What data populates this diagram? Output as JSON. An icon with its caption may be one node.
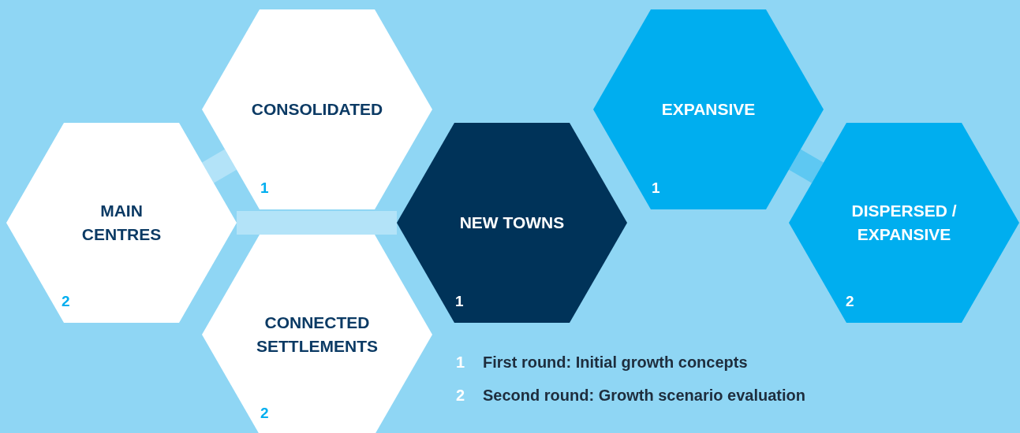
{
  "diagram": {
    "nodes": [
      {
        "text": [
          "CONSOLIDATED",
          "1"
        ]
      },
      {
        "text": [
          "MAIN CENTRES",
          "2"
        ]
      },
      {
        "text": [
          "CONNECTED SETTLEMENTS",
          "2"
        ]
      },
      {
        "text": [
          "NEW TOWNS",
          "1"
        ]
      },
      {
        "text": [
          "EXPANSIVE",
          "1"
        ]
      },
      {
        "text": [
          "DISPERSED / EXPANSIVE",
          "2"
        ]
      }
    ],
    "edges": [
      {
        "from": 1,
        "to": 0,
        "arrow": "none"
      },
      {
        "from": 1,
        "to": 3,
        "arrow": "none"
      },
      {
        "from": 4,
        "to": 5,
        "arrow": "none"
      }
    ],
    "labels": [
      "1",
      "First round: Initial growth concepts",
      "2",
      "Second round: Growth scenario evaluation"
    ]
  }
}
